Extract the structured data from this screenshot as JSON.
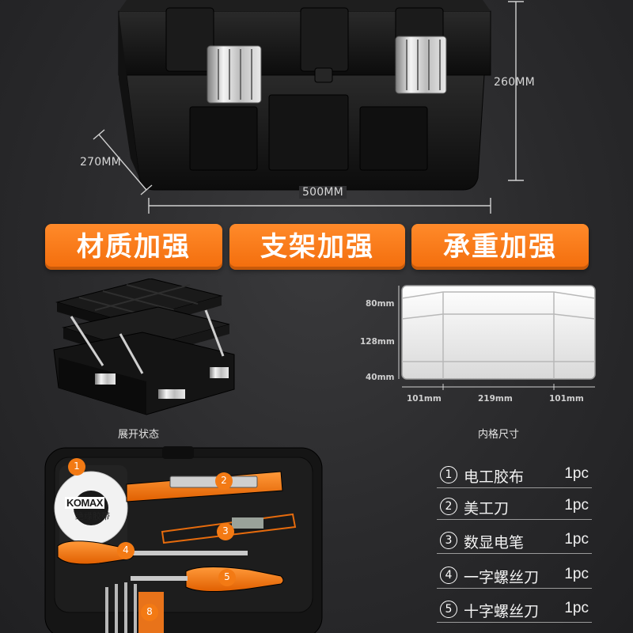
{
  "dimensions": {
    "height": "260MM",
    "depth": "270MM",
    "width": "500MM"
  },
  "banners": [
    "材质加强",
    "支架加强",
    "承重加强"
  ],
  "compartments": {
    "heights": [
      "80mm",
      "128mm",
      "40mm"
    ],
    "widths": [
      "101mm",
      "219mm",
      "101mm"
    ],
    "caption": "内格尺寸"
  },
  "open_state_caption": "展开状态",
  "kit": {
    "tape_brand": "KOMAX",
    "tape_label": "绝缘胶带",
    "badges": [
      "1",
      "2",
      "3",
      "4",
      "5",
      "8"
    ]
  },
  "tools": [
    {
      "num": "1",
      "name": "电工胶布",
      "qty": "1pc"
    },
    {
      "num": "2",
      "name": "美工刀",
      "qty": "1pc"
    },
    {
      "num": "3",
      "name": "数显电笔",
      "qty": "1pc"
    },
    {
      "num": "4",
      "name": "一字螺丝刀",
      "qty": "1pc"
    },
    {
      "num": "5",
      "name": "十字螺丝刀",
      "qty": "1pc"
    }
  ],
  "colors": {
    "accent": "#f36d0c",
    "background": "#2a2a2c",
    "box": "#161616"
  }
}
